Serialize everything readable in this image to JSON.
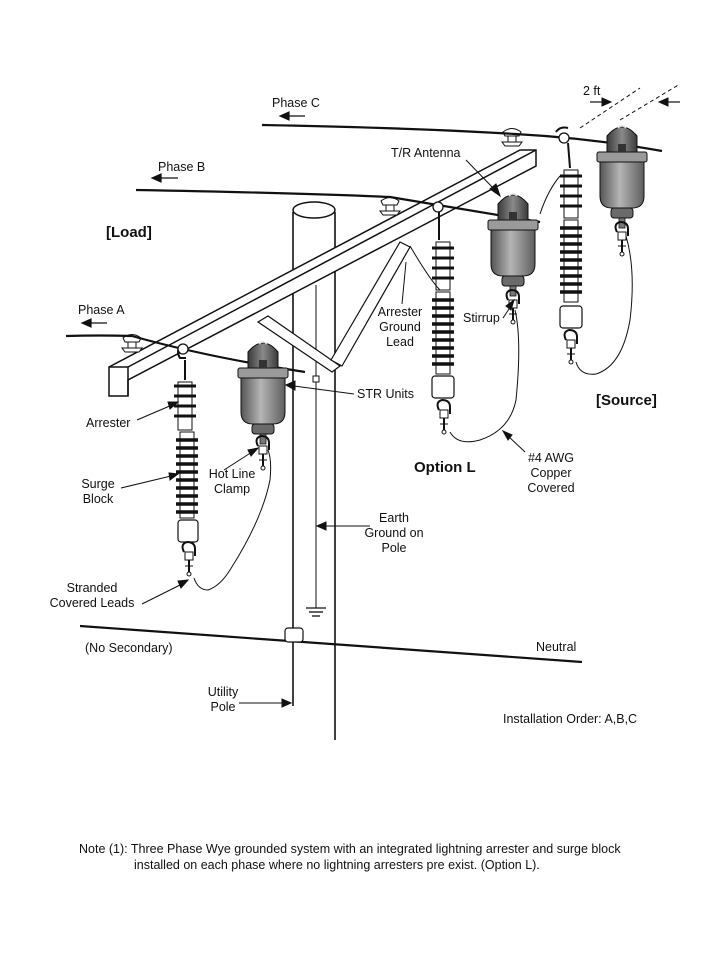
{
  "labels": {
    "phase_c": "Phase C",
    "phase_b": "Phase B",
    "phase_a": "Phase A",
    "two_ft": "2 ft",
    "tr_antenna": "T/R Antenna",
    "load": "[Load]",
    "source": "[Source]",
    "arrester_ground_lead": "Arrester\nGround\nLead",
    "stirrup": "Stirrup",
    "str_units": "STR Units",
    "arrester": "Arrester",
    "surge_block": "Surge\nBlock",
    "hot_line_clamp": "Hot Line\nClamp",
    "option_l": "Option L",
    "awg": "#4 AWG\nCopper\nCovered",
    "earth_ground": "Earth\nGround on\nPole",
    "stranded": "Stranded\nCovered Leads",
    "no_secondary": "(No Secondary)",
    "neutral": "Neutral",
    "utility_pole": "Utility\nPole",
    "install_order": "Installation Order: A,B,C"
  },
  "note": {
    "line1": "Note (1): Three Phase Wye grounded  system with an integrated lightning arrester and surge block",
    "line2": "installed on each phase where no lightning arresters pre exist. (Option L)."
  },
  "colors": {
    "device_dark": "#4a4a4a",
    "device_mid": "#8c8c8c",
    "device_light": "#c8c8c8",
    "line": "#111111"
  }
}
